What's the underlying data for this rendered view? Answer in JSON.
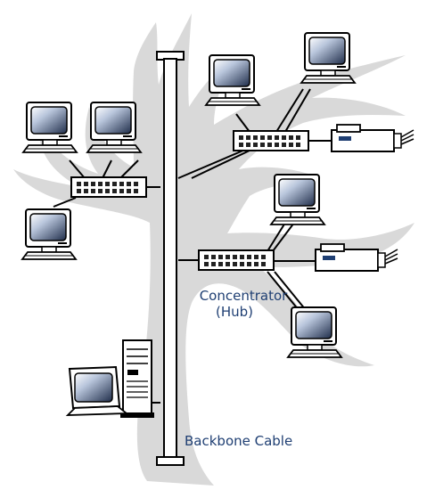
{
  "labels": {
    "concentrator_line1": "Concentrator",
    "concentrator_line2": "(Hub)",
    "backbone": "Backbone Cable"
  },
  "colors": {
    "tree_silhouette": "#d8d8d8",
    "line": "#000000",
    "screen": "#7a8fb0",
    "label_text": "#1f3f73"
  },
  "icons": {
    "workstation": "monitor-icon",
    "printer": "printer-icon",
    "hub": "hub-icon",
    "server": "server-tower-icon"
  }
}
